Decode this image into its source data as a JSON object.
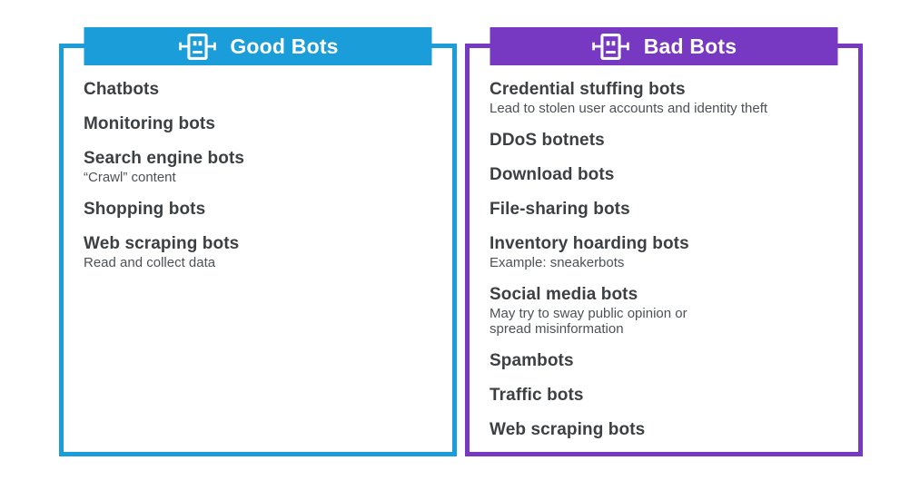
{
  "colors": {
    "good_accent": "#1a9dd9",
    "bad_accent": "#7839c2",
    "item_text": "#3c4043",
    "sub_text": "#4d5156",
    "header_text": "#ffffff"
  },
  "panels": [
    {
      "id": "good",
      "title": "Good Bots",
      "accent": "#1a9dd9",
      "items": [
        {
          "label": "Chatbots"
        },
        {
          "label": "Monitoring bots"
        },
        {
          "label": "Search engine bots",
          "sub": "“Crawl” content"
        },
        {
          "label": "Shopping bots"
        },
        {
          "label": "Web scraping bots",
          "sub": "Read and collect data"
        }
      ]
    },
    {
      "id": "bad",
      "title": "Bad Bots",
      "accent": "#7839c2",
      "items": [
        {
          "label": "Credential stuffing bots",
          "sub": "Lead to stolen user accounts and identity theft"
        },
        {
          "label": "DDoS botnets"
        },
        {
          "label": "Download bots"
        },
        {
          "label": "File-sharing bots"
        },
        {
          "label": "Inventory hoarding bots",
          "sub": "Example: sneakerbots"
        },
        {
          "label": "Social media bots",
          "sub": "May try to sway public opinion or\nspread misinformation"
        },
        {
          "label": "Spambots"
        },
        {
          "label": "Traffic bots"
        },
        {
          "label": "Web scraping bots"
        }
      ]
    }
  ]
}
